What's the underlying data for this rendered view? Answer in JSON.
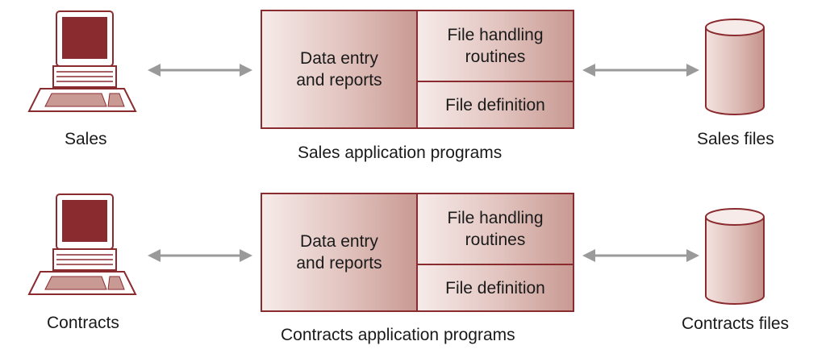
{
  "colors": {
    "accent": "#8a2b30",
    "arrow": "#9a9a9a",
    "fill_light": "#f6ebe9",
    "fill_dark": "#c99a93"
  },
  "icons": {
    "terminal": "computer-terminal-icon",
    "file_store": "database-cylinder-icon",
    "connector": "double-headed-arrow-icon"
  },
  "rows": [
    {
      "user_label": "Sales",
      "box": {
        "left": "Data entry\nand reports",
        "top_right": "File handling\nroutines",
        "bottom_right": "File definition"
      },
      "caption": "Sales application programs",
      "files_label": "Sales files"
    },
    {
      "user_label": "Contracts",
      "box": {
        "left": "Data entry\nand reports",
        "top_right": "File handling\nroutines",
        "bottom_right": "File definition"
      },
      "caption": "Contracts application programs",
      "files_label": "Contracts files"
    }
  ]
}
